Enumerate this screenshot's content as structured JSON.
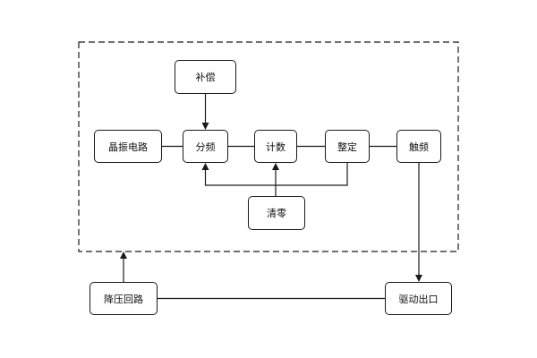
{
  "diagram": {
    "nodes": {
      "buchang": "补偿",
      "jingzhen": "晶振电路",
      "fenpin": "分频",
      "jishu": "计数",
      "zhengding": "整定",
      "chupin": "触频",
      "qingling": "清零",
      "jiangya": "降压回路",
      "qudong": "驱动出口"
    }
  },
  "colors": {
    "stroke": "#1a1a1a",
    "background": "#ffffff"
  }
}
